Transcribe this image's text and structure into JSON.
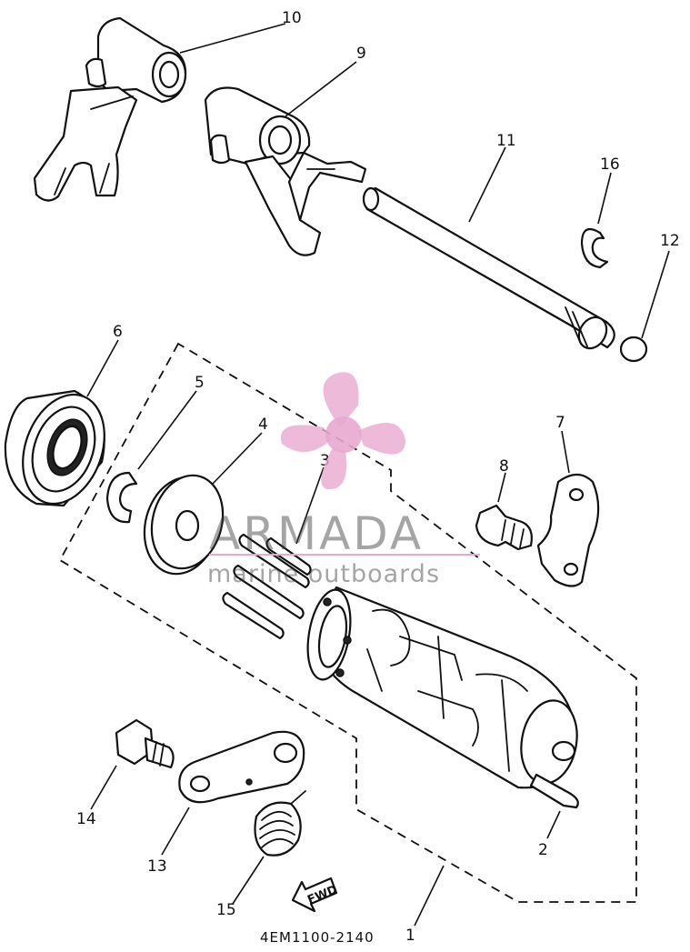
{
  "diagram": {
    "part_code": "4EM1100-2140",
    "fwd_label": "FWD",
    "callouts": {
      "c1": "1",
      "c2": "2",
      "c3": "3",
      "c4": "4",
      "c5": "5",
      "c6": "6",
      "c7": "7",
      "c8": "8",
      "c9": "9",
      "c10": "10",
      "c11": "11",
      "c12": "12",
      "c13": "13",
      "c14": "14",
      "c15": "15",
      "c16": "16"
    }
  },
  "watermark": {
    "brand": "ARMADA",
    "tagline": "marine outboards",
    "logo_color": "#e8a9cf",
    "text_color": "#555555"
  }
}
